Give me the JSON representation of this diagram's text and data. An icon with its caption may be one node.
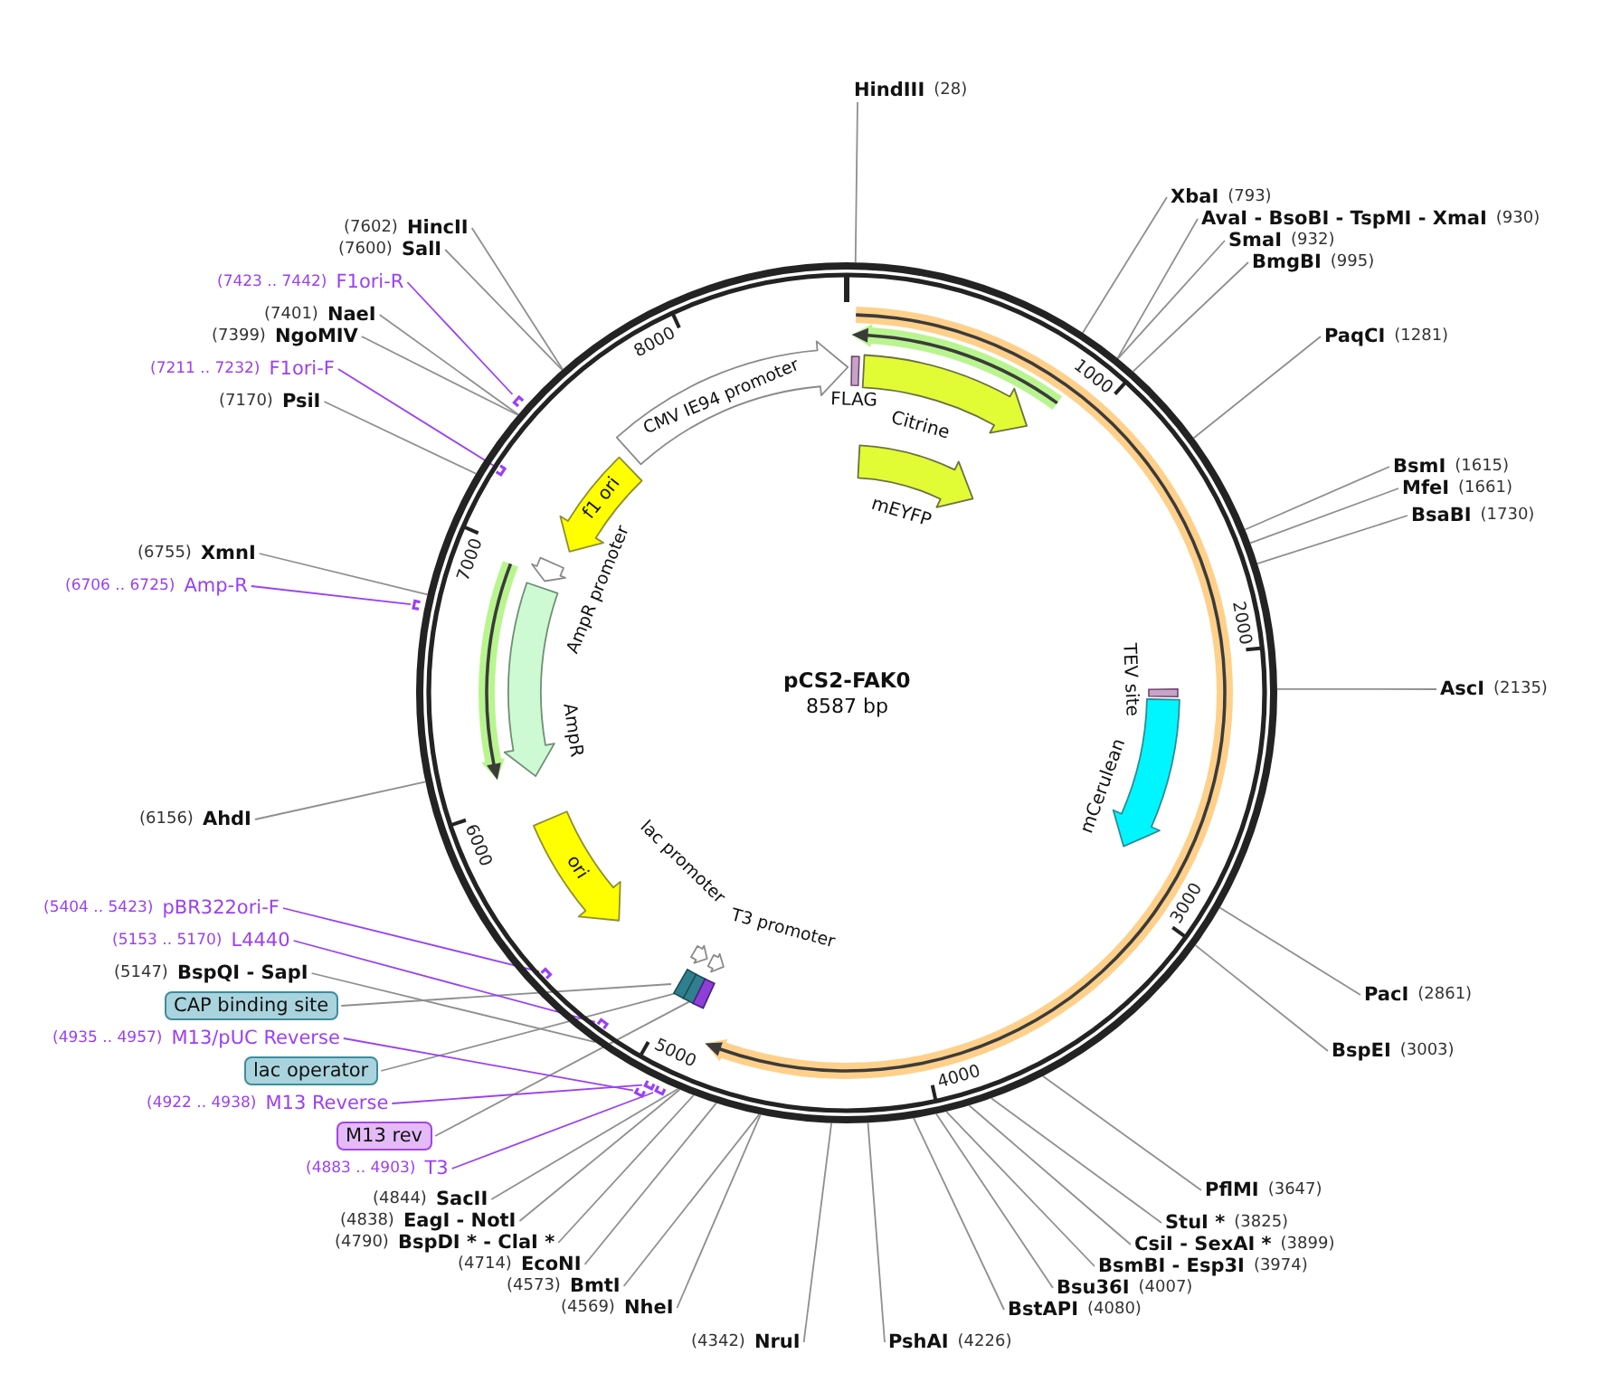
{
  "diagram": {
    "nodes": [
      {
        "text": [
          "pCS2-FAK0",
          "8587 bp"
        ]
      },
      {
        "text": [
          "FLAG"
        ],
        "in": 0
      },
      {
        "text": [
          "Citrine"
        ],
        "in": 0
      },
      {
        "text": [
          "mEYFP"
        ],
        "in": 0
      },
      {
        "text": [
          "TEV site"
        ],
        "in": 0
      },
      {
        "text": [
          "mCerulean"
        ],
        "in": 0
      },
      {
        "text": [],
        "shape": "box",
        "in": 0
      },
      {
        "text": [],
        "shape": "box",
        "in": 0
      },
      {
        "text": [],
        "shape": "box",
        "in": 0
      },
      {
        "text": [
          "T3 promoter"
        ],
        "in": 0
      },
      {
        "text": [
          "lac promoter"
        ],
        "in": 0
      },
      {
        "text": [
          "ori"
        ],
        "in": 0
      },
      {
        "text": [
          "AmpR"
        ],
        "in": 0
      },
      {
        "text": [
          "AmpR promoter"
        ],
        "in": 0
      },
      {
        "text": [
          "f1 ori"
        ],
        "in": 0
      },
      {
        "text": [
          "CMV IE94 promoter"
        ],
        "in": 0
      },
      {
        "text": [],
        "shape": "bar"
      },
      {
        "text": [],
        "shape": "bar"
      },
      {
        "text": [],
        "shape": "bar"
      },
      {
        "text": [],
        "shape": "bar",
        "in": 0
      },
      {
        "text": [],
        "shape": "bar",
        "in": 0
      },
      {
        "text": [],
        "shape": "bar"
      },
      {
        "text": [],
        "shape": "bar",
        "in": 0
      },
      {
        "text": [],
        "shape": "bar"
      },
      {
        "text": [
          "HindIII",
          "(28)"
        ]
      },
      {
        "text": [
          "XbaI",
          "(793)"
        ]
      },
      {
        "text": [
          "AvaI - BsoBI - TspMI - XmaI",
          "(930)"
        ]
      },
      {
        "text": [
          "SmaI",
          "(932)"
        ]
      },
      {
        "text": [
          "BmgBI",
          "(995)"
        ]
      },
      {
        "text": [
          "PaqCI",
          "(1281)"
        ]
      },
      {
        "text": [
          "BsmI",
          "(1615)"
        ]
      },
      {
        "text": [
          "MfeI",
          "(1661)"
        ]
      },
      {
        "text": [
          "BsaBI",
          "(1730)"
        ]
      },
      {
        "text": [
          "AscI",
          "(2135)"
        ]
      },
      {
        "text": [
          "PacI",
          "(2861)"
        ]
      },
      {
        "text": [
          "BspEI",
          "(3003)"
        ]
      },
      {
        "text": [
          "PflMI",
          "(3647)"
        ]
      },
      {
        "text": [
          "StuI *",
          "(3825)"
        ]
      },
      {
        "text": [
          "CsiI - SexAI *",
          "(3899)"
        ]
      },
      {
        "text": [
          "BsmBI - Esp3I",
          "(3974)"
        ]
      },
      {
        "text": [
          "Bsu36I",
          "(4007)"
        ]
      },
      {
        "text": [
          "BstAPI",
          "(4080)"
        ]
      },
      {
        "text": [
          "PshAI",
          "(4226)"
        ]
      },
      {
        "text": [
          "(4342)",
          "NruI"
        ]
      },
      {
        "text": [
          "(4569)",
          "NheI"
        ]
      },
      {
        "text": [
          "(4573)",
          "BmtI"
        ]
      },
      {
        "text": [
          "(4714)",
          "EcoNI"
        ]
      },
      {
        "text": [
          "(4790)",
          "BspDI * - ClaI *"
        ]
      },
      {
        "text": [
          "(4838)",
          "EagI - NotI"
        ]
      },
      {
        "text": [
          "(4844)",
          "SacII"
        ]
      },
      {
        "text": [
          "(4883 .. 4903)",
          "T3"
        ]
      },
      {
        "text": [
          "M13 rev"
        ]
      },
      {
        "text": [
          "(4922 .. 4938)",
          "M13 Reverse"
        ]
      },
      {
        "text": [
          "lac operator"
        ]
      },
      {
        "text": [
          "(4935 .. 4957)",
          "M13/pUC Reverse"
        ]
      },
      {
        "text": [
          "CAP binding site"
        ]
      },
      {
        "text": [
          "(5147)",
          "BspQI - SapI"
        ]
      },
      {
        "text": [
          "(5153 .. 5170)",
          "L4440"
        ]
      },
      {
        "text": [
          "(5404 .. 5423)",
          "pBR322ori-F"
        ]
      },
      {
        "text": [
          "(6156)",
          "AhdI"
        ]
      },
      {
        "text": [
          "(6706 .. 6725)",
          "Amp-R"
        ]
      },
      {
        "text": [
          "(6755)",
          "XmnI"
        ]
      },
      {
        "text": [
          "(7170)",
          "PsiI"
        ]
      },
      {
        "text": [
          "(7211 .. 7232)",
          "F1ori-F"
        ]
      },
      {
        "text": [
          "(7399)",
          "NgoMIV"
        ]
      },
      {
        "text": [
          "(7401)",
          "NaeI"
        ]
      },
      {
        "text": [
          "(7423 .. 7442)",
          "F1ori-R"
        ]
      },
      {
        "text": [
          "(7600)",
          "SalI"
        ]
      },
      {
        "text": [
          "(7602)",
          "HincII"
        ]
      }
    ],
    "edges": [
      {
        "from": 24,
        "to": 0,
        "arrow": "none"
      },
      {
        "from": 25,
        "to": 0,
        "arrow": "none"
      },
      {
        "from": 26,
        "to": 0,
        "arrow": "none"
      },
      {
        "from": 27,
        "to": 0,
        "arrow": "none"
      },
      {
        "from": 28,
        "to": 0,
        "arrow": "none"
      },
      {
        "from": 29,
        "to": 0,
        "arrow": "none"
      },
      {
        "from": 30,
        "to": 0,
        "arrow": "none"
      },
      {
        "from": 31,
        "to": 0,
        "arrow": "none"
      },
      {
        "from": 32,
        "to": 0,
        "arrow": "none"
      },
      {
        "from": 33,
        "to": 0,
        "arrow": "none"
      },
      {
        "from": 34,
        "to": 0,
        "arrow": "none"
      },
      {
        "from": 35,
        "to": 0,
        "arrow": "none"
      },
      {
        "from": 36,
        "to": 0,
        "arrow": "none"
      },
      {
        "from": 37,
        "to": 0,
        "arrow": "none"
      },
      {
        "from": 38,
        "to": 0,
        "arrow": "none"
      },
      {
        "from": 39,
        "to": 0,
        "arrow": "none"
      },
      {
        "from": 40,
        "to": 0,
        "arrow": "none"
      },
      {
        "from": 41,
        "to": 0,
        "arrow": "none"
      },
      {
        "from": 42,
        "to": 0,
        "arrow": "none"
      },
      {
        "from": 43,
        "to": 0,
        "arrow": "none"
      },
      {
        "from": 44,
        "to": 0,
        "arrow": "none"
      },
      {
        "from": 45,
        "to": 0,
        "arrow": "none"
      },
      {
        "from": 46,
        "to": 0,
        "arrow": "none"
      },
      {
        "from": 47,
        "to": 0,
        "arrow": "none"
      },
      {
        "from": 48,
        "to": 0,
        "arrow": "none"
      },
      {
        "from": 49,
        "to": 0,
        "arrow": "none"
      },
      {
        "from": 50,
        "to": 16,
        "arrow": "none",
        "color": "#9b40f5"
      },
      {
        "from": 51,
        "to": 8,
        "arrow": "none"
      },
      {
        "from": 52,
        "to": 17,
        "arrow": "none",
        "color": "#9b40f5"
      },
      {
        "from": 53,
        "to": 7,
        "arrow": "none"
      },
      {
        "from": 54,
        "to": 18,
        "arrow": "none",
        "color": "#9b40f5"
      },
      {
        "from": 55,
        "to": 6,
        "arrow": "none"
      },
      {
        "from": 56,
        "to": 0,
        "arrow": "none"
      },
      {
        "from": 57,
        "to": 19,
        "arrow": "none",
        "color": "#9b40f5"
      },
      {
        "from": 58,
        "to": 20,
        "arrow": "none",
        "color": "#9b40f5"
      },
      {
        "from": 59,
        "to": 0,
        "arrow": "none"
      },
      {
        "from": 60,
        "to": 21,
        "arrow": "none",
        "color": "#9b40f5"
      },
      {
        "from": 61,
        "to": 0,
        "arrow": "none"
      },
      {
        "from": 62,
        "to": 0,
        "arrow": "none"
      },
      {
        "from": 63,
        "to": 22,
        "arrow": "none",
        "color": "#9b40f5"
      },
      {
        "from": 64,
        "to": 0,
        "arrow": "none"
      },
      {
        "from": 65,
        "to": 0,
        "arrow": "none"
      },
      {
        "from": 66,
        "to": 23,
        "arrow": "none",
        "color": "#9b40f5"
      },
      {
        "from": 67,
        "to": 0,
        "arrow": "none"
      },
      {
        "from": 68,
        "to": 0,
        "arrow": "none"
      }
    ],
    "labels": [
      "1000",
      "2000",
      "3000",
      "4000",
      "5000",
      "6000",
      "7000",
      "8000"
    ]
  }
}
